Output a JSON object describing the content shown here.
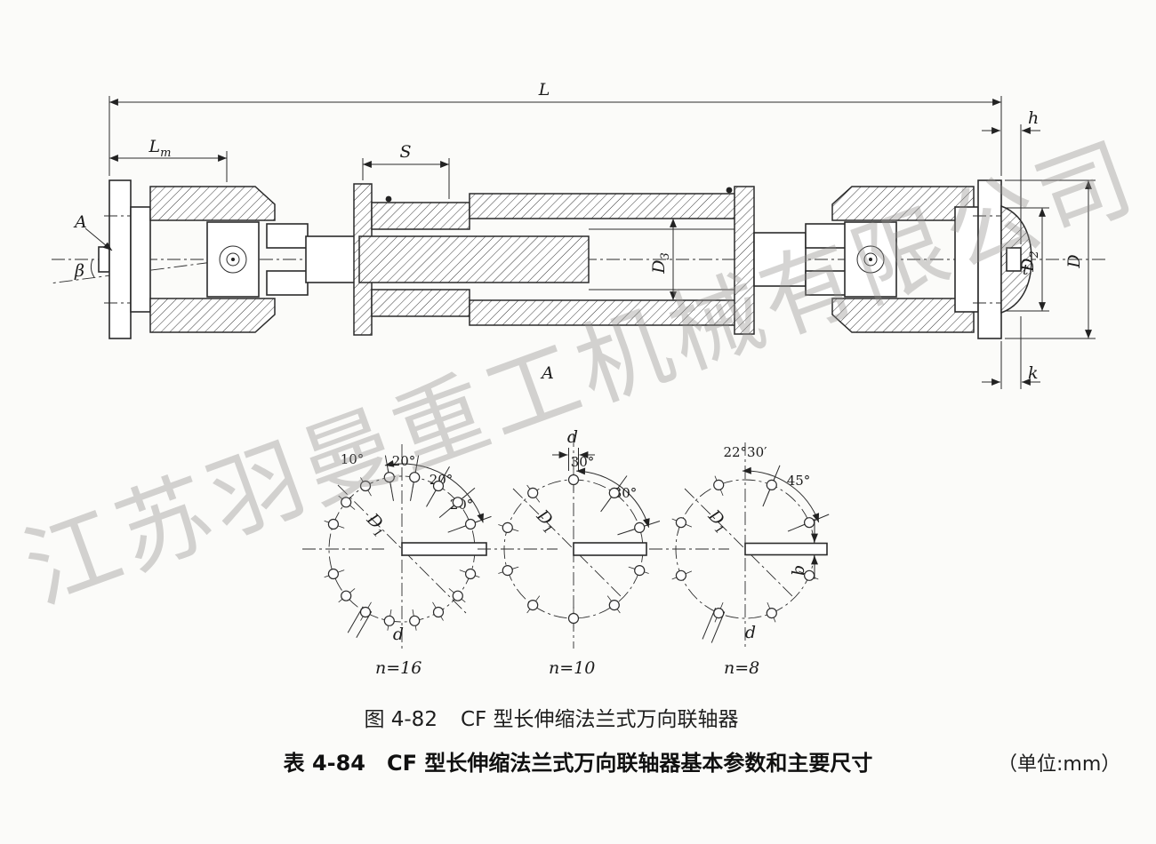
{
  "watermark": "江苏羽曼重工机械有限公司",
  "captions": {
    "figure_label": "图 4-82",
    "figure_title": "CF 型长伸缩法兰式万向联轴器",
    "table_label": "表 4-84",
    "table_title": "CF 型长伸缩法兰式万向联轴器基本参数和主要尺寸",
    "unit_note": "（单位:mm）"
  },
  "main_view": {
    "dim_L": "L",
    "dim_Lm_main": "L",
    "dim_Lm_sub": "m",
    "dim_S": "S",
    "dim_h": "h",
    "dim_k": "k",
    "dim_t": "t",
    "dim_D": "D",
    "dim_D2_main": "D",
    "dim_D2_sub": "2",
    "dim_D3_main": "D",
    "dim_D3_sub": "3",
    "view_label": "A",
    "section_label": "A",
    "deflection_angle": "β"
  },
  "bolt_diagrams": [
    {
      "n_label": "n=16",
      "pitch_dia_main": "D",
      "pitch_dia_sub": "1",
      "hole_dia": "d",
      "angle_labels": [
        "10°",
        "20°",
        "20°",
        "20°"
      ],
      "holes": {
        "start": -10,
        "step": 20,
        "count": 18,
        "skip": [
          90,
          270
        ]
      }
    },
    {
      "n_label": "n=10",
      "pitch_dia_main": "D",
      "pitch_dia_sub": "1",
      "hole_dia": "d",
      "angle_labels": [
        "30°",
        "30°"
      ],
      "holes": {
        "start": 0,
        "step": 36,
        "count": 10,
        "skip": []
      }
    },
    {
      "n_label": "n=8",
      "pitch_dia_main": "D",
      "pitch_dia_sub": "1",
      "hole_dia": "d",
      "flange_thickness": "b",
      "angle_labels": [
        "22°30′",
        "45°"
      ],
      "holes": {
        "start": 22.5,
        "step": 45,
        "count": 8,
        "skip": []
      }
    }
  ]
}
